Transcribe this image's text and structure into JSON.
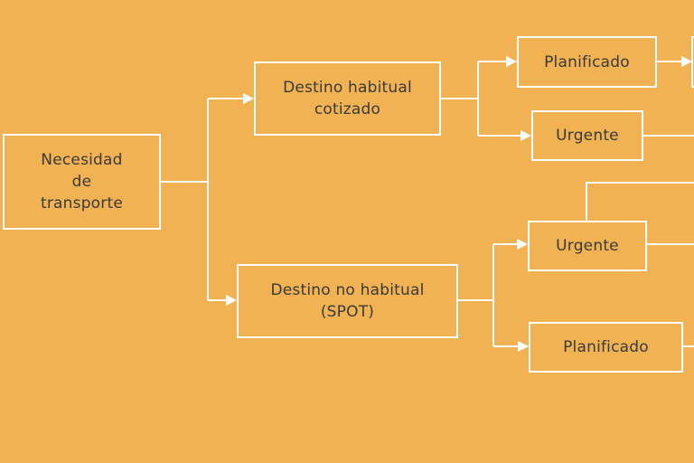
{
  "diagram": {
    "background_color": "#f0b252",
    "line_color": "#ffffff",
    "text_color": "#3a3a3a",
    "nodes": {
      "root": {
        "label": "Necesidad\nde\ntransporte"
      },
      "habitual": {
        "label": "Destino habitual\ncotizado"
      },
      "no_habitual": {
        "label": "Destino no habitual\n(SPOT)"
      },
      "habitual_planificado": {
        "label": "Planificado"
      },
      "habitual_urgente": {
        "label": "Urgente"
      },
      "spot_urgente": {
        "label": "Urgente"
      },
      "spot_planificado": {
        "label": "Planificado"
      }
    }
  }
}
